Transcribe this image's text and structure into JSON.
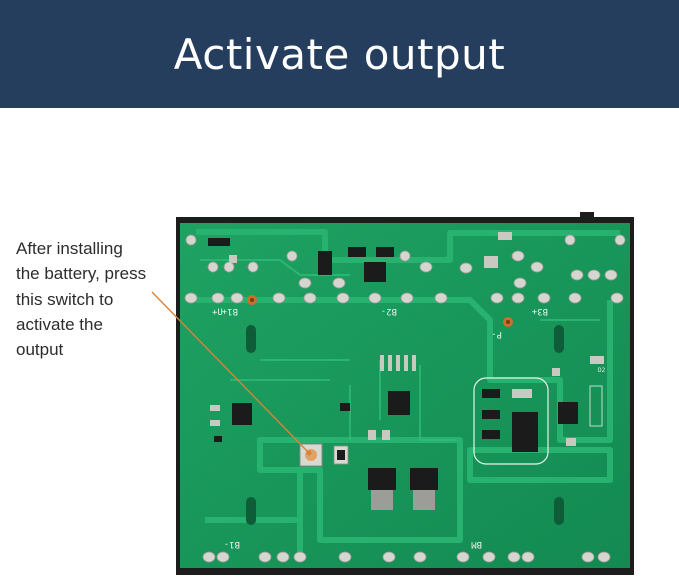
{
  "header": {
    "title": "Activate output"
  },
  "annotation": {
    "text": "After installing\nthe battery, press\nthis switch to\nactivate the\noutput"
  },
  "board": {
    "silkscreen": {
      "b1_plus": "B1+",
      "b2_minus": "B2-",
      "b3_plus": "B3+",
      "u_plus": "+U",
      "p_minus": "P-",
      "b1_minus": "B1-",
      "bm": "BM",
      "d2": "D2"
    },
    "colors": {
      "pcb": "#1a9a5c",
      "trace": "#23a866",
      "pad": "#d6d6d0",
      "callout_line": "#d9823a"
    }
  }
}
